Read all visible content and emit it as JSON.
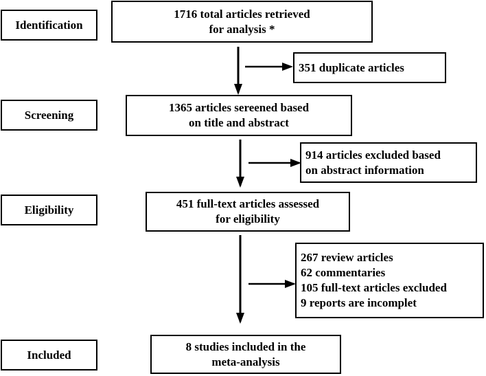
{
  "stages": {
    "identification": "Identification",
    "screening": "Screening",
    "eligibility": "Eligibility",
    "included": "Included"
  },
  "main_boxes": {
    "identified": [
      "1716 total articles retrieved",
      "for analysis *"
    ],
    "screened": [
      "1365 articles sereened based",
      "on title and abstract"
    ],
    "eligible": [
      "451 full-text articles assessed",
      "for eligibility"
    ],
    "included": [
      "8 studies included in the",
      "meta-analysis"
    ]
  },
  "side_boxes": {
    "duplicates": [
      "351 duplicate articles"
    ],
    "excluded_abstract": [
      "914 articles excluded based",
      "on abstract information"
    ],
    "excluded_fulltext": [
      "267 review articles",
      "62 commentaries",
      "105 full-text articles excluded",
      "9 reports are incomplet"
    ]
  }
}
